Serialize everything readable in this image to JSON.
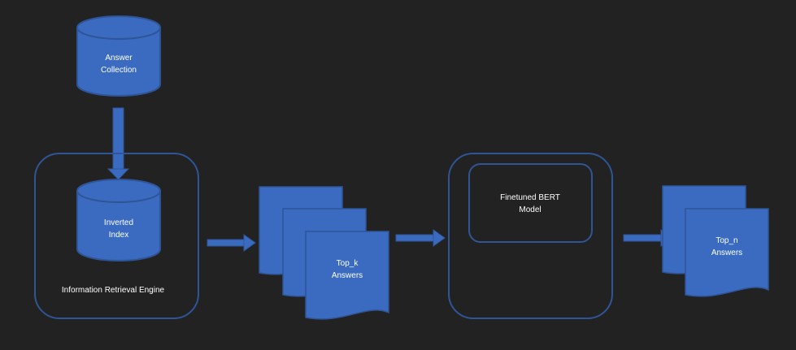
{
  "colors": {
    "background": "#222222",
    "shape_fill": "#3a6bc0",
    "shape_stroke": "#2f5597",
    "text": "#ffffff"
  },
  "nodes": {
    "answer_collection": {
      "line1": "Answer",
      "line2": "Collection"
    },
    "inverted_index": {
      "line1": "Inverted",
      "line2": "Index"
    },
    "ir_engine": {
      "label": "Information Retrieval Engine"
    },
    "top_k": {
      "line1": "Top_k",
      "line2": "Answers"
    },
    "bert": {
      "line1": "Finetuned BERT",
      "line2": "Model"
    },
    "top_n": {
      "line1": "Top_n",
      "line2": "Answers"
    }
  }
}
